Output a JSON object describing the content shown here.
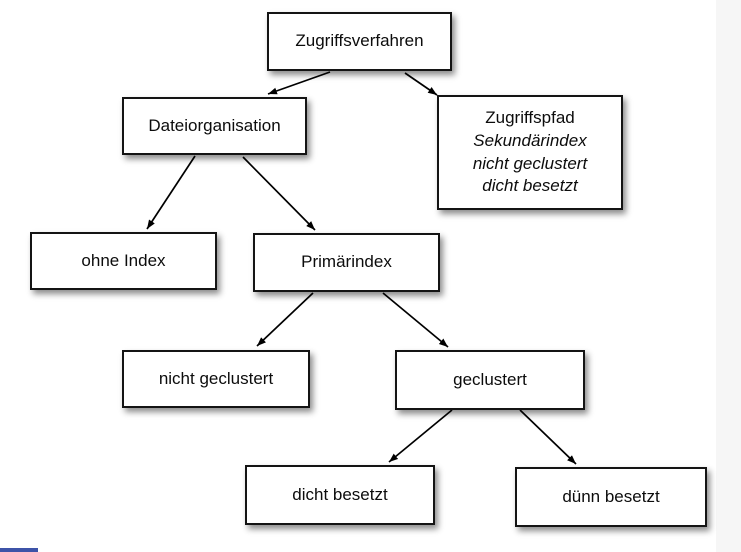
{
  "diagram": {
    "type": "tree",
    "language": "de",
    "topic": "Zugriffsverfahren (access methods) classification tree",
    "nodes": {
      "zugriffsverfahren": {
        "label": "Zugriffsverfahren"
      },
      "dateiorganisation": {
        "label": "Dateiorganisation"
      },
      "zugriffspfad": {
        "line1": "Zugriffspfad",
        "line2": "Sekundärindex",
        "line3": "nicht geclustert",
        "line4": "dicht besetzt"
      },
      "ohne_index": {
        "label": "ohne Index"
      },
      "primaerindex": {
        "label": "Primärindex"
      },
      "nicht_geclustert": {
        "label": "nicht geclustert"
      },
      "geclustert": {
        "label": "geclustert"
      },
      "dicht_besetzt": {
        "label": "dicht besetzt"
      },
      "duenn_besetzt": {
        "label": "dünn besetzt"
      }
    },
    "edges": [
      {
        "from": "zugriffsverfahren",
        "to": "dateiorganisation"
      },
      {
        "from": "zugriffsverfahren",
        "to": "zugriffspfad"
      },
      {
        "from": "dateiorganisation",
        "to": "ohne_index"
      },
      {
        "from": "dateiorganisation",
        "to": "primaerindex"
      },
      {
        "from": "primaerindex",
        "to": "nicht_geclustert"
      },
      {
        "from": "primaerindex",
        "to": "geclustert"
      },
      {
        "from": "geclustert",
        "to": "dicht_besetzt"
      },
      {
        "from": "geclustert",
        "to": "duenn_besetzt"
      }
    ],
    "colors": {
      "node_background": "#ffffff",
      "node_border": "#141414",
      "arrow": "#000000",
      "accent_line": "#3d53a8",
      "page_background": "#ffffff",
      "right_edge_strip": "#f6f6f6"
    }
  }
}
